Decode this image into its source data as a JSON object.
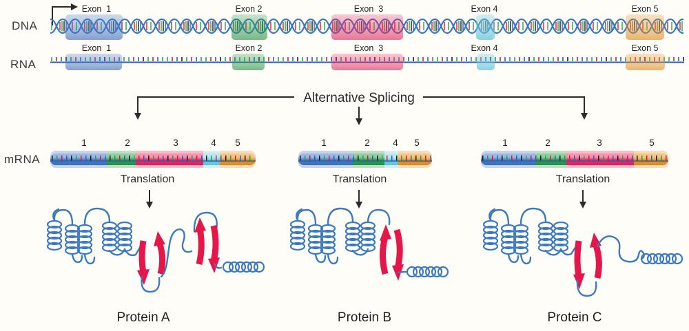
{
  "labels": {
    "dna": "DNA",
    "rna": "RNA",
    "mrna": "mRNA",
    "alternative_splicing": "Alternative Splicing",
    "translation": "Translation"
  },
  "exons": [
    {
      "label": "Exon  1",
      "number": "1",
      "color": "#4a7cc7"
    },
    {
      "label": "Exon 2",
      "number": "2",
      "color": "#2f9e4f"
    },
    {
      "label": "Exon  3",
      "number": "3",
      "color": "#ea2a63"
    },
    {
      "label": "Exon 4",
      "number": "4",
      "color": "#74cde2"
    },
    {
      "label": "Exon 5",
      "number": "5",
      "color": "#e8962e"
    }
  ],
  "mrna_variants": [
    {
      "variant": "A",
      "exon_numbers": [
        "1",
        "2",
        "3",
        "4",
        "5"
      ],
      "protein_label": "Protein A"
    },
    {
      "variant": "B",
      "exon_numbers": [
        "1",
        "2",
        "4",
        "5"
      ],
      "protein_label": "Protein B"
    },
    {
      "variant": "C",
      "exon_numbers": [
        "1",
        "2",
        "3",
        "5"
      ],
      "protein_label": "Protein C"
    }
  ],
  "colors": {
    "strand_blue": "#3b7ac0",
    "beta_arrow_red": "#e5164a",
    "rna_backbone": "#2a60b0",
    "text": "#2b2b2b"
  }
}
